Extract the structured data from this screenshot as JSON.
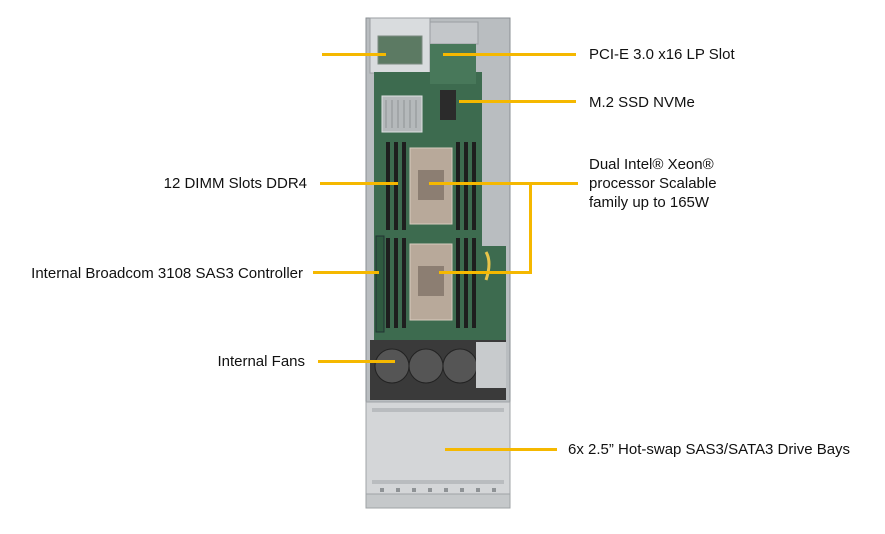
{
  "callouts": {
    "pcie": "PCI-E 3.0 x16 LP Slot",
    "m2": "M.2 SSD NVMe",
    "cpu_line1": "Dual Intel® Xeon®",
    "cpu_line2": "processor Scalable",
    "cpu_line3": "family up to 165W",
    "dimm": "12 DIMM Slots DDR4",
    "sas_controller": "Internal Broadcom 3108 SAS3 Controller",
    "fans": "Internal Fans",
    "drive_bays": "6x 2.5” Hot-swap SAS3/SATA3 Drive Bays"
  },
  "colors": {
    "leader": "#f5b800",
    "pcb": "#3d6b4f",
    "chassis": "#c9ccce"
  }
}
